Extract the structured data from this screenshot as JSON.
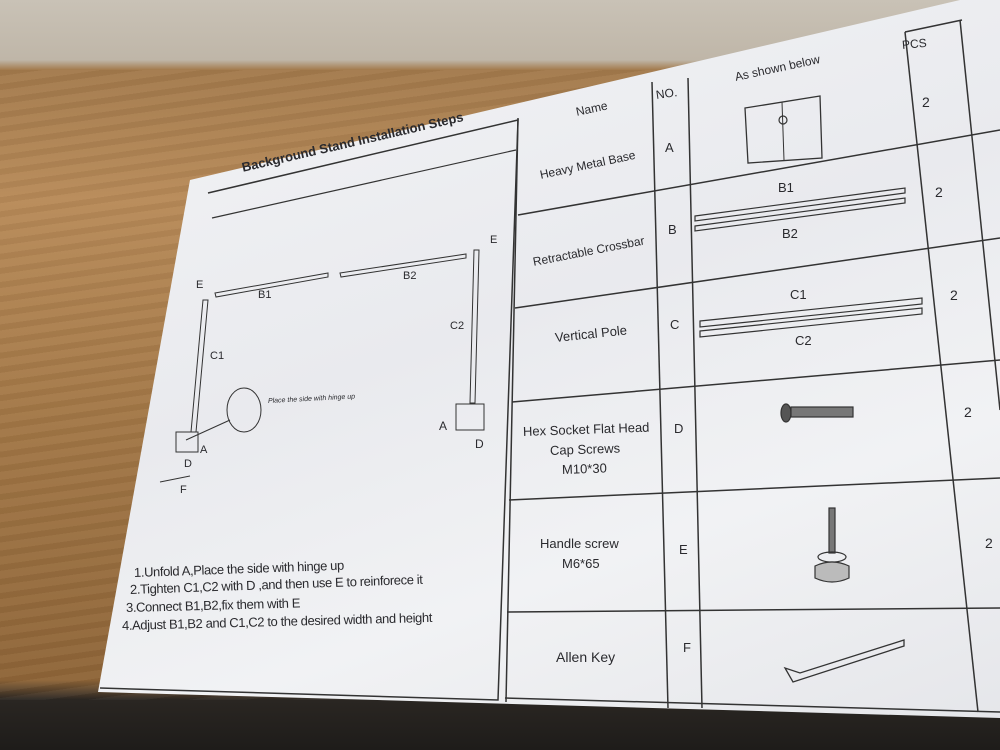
{
  "sheet": {
    "title": "Background Stand Installation Steps",
    "diagram_labels": {
      "e_left": "E",
      "b1": "B1",
      "b2": "B2",
      "e_right": "E",
      "c1": "C1",
      "c2": "C2",
      "a_left": "A",
      "d_left": "D",
      "f": "F",
      "a_right": "A",
      "d_right": "D",
      "hinge_note": "Place the side with hinge up"
    },
    "steps": [
      "1.Unfold A,Place the side with hinge up",
      "2.Tighten C1,C2 with D ,and then use E to reinforece it",
      "3.Connect B1,B2,fix them with E",
      "4.Adjust B1,B2 and C1,C2 to the desired width and height"
    ]
  },
  "parts_table": {
    "headers": {
      "name": "Name",
      "no": "NO.",
      "shown": "As shown below",
      "pcs": "PCS"
    },
    "rows": [
      {
        "name": "Heavy Metal Base",
        "no": "A",
        "pcs": "2"
      },
      {
        "name": "Retractable Crossbar",
        "no": "B",
        "pcs": "2",
        "label1": "B1",
        "label2": "B2"
      },
      {
        "name": "Vertical Pole",
        "no": "C",
        "pcs": "2",
        "label1": "C1",
        "label2": "C2"
      },
      {
        "name": "Hex Socket Flat Head Cap Screws M10*30",
        "name_lines": [
          "Hex Socket Flat Head",
          "Cap Screws",
          "M10*30"
        ],
        "no": "D",
        "pcs": "2"
      },
      {
        "name": "Handle screw M6*65",
        "name_lines": [
          "Handle screw",
          "M6*65"
        ],
        "no": "E",
        "pcs": "2"
      },
      {
        "name": "Allen Key",
        "no": "F",
        "pcs": ""
      }
    ]
  }
}
